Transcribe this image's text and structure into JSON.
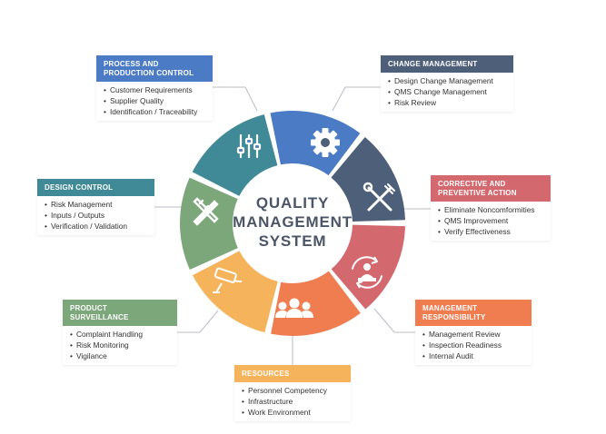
{
  "center": {
    "line1": "QUALITY",
    "line2": "MANAGEMENT",
    "line3": "SYSTEM"
  },
  "segments": [
    {
      "key": "process",
      "title_line1": "PROCESS AND",
      "title_line2": "PRODUCTION CONTROL",
      "color": "#4a7bc4",
      "icon": "sliders-icon",
      "items": [
        "Customer Requirements",
        "Supplier Quality",
        "Identification / Traceability"
      ]
    },
    {
      "key": "change",
      "title_line1": "CHANGE MANAGEMENT",
      "title_line2": "",
      "color": "#4e5f7a",
      "icon": "gear-icon",
      "items": [
        "Design Change Management",
        "QMS Change Management",
        "Risk Review"
      ]
    },
    {
      "key": "corrective",
      "title_line1": "CORRECTIVE AND",
      "title_line2": "PREVENTIVE ACTION",
      "color": "#d3686f",
      "icon": "tools-icon",
      "items": [
        "Eliminate Noncomformities",
        "QMS Improvement",
        "Verify Effectiveness"
      ]
    },
    {
      "key": "management",
      "title_line1": "MANAGEMENT",
      "title_line2": "RESPONSIBILITY",
      "color": "#f07d50",
      "icon": "team-cycle-icon",
      "items": [
        "Management Review",
        "Inspection Readiness",
        "Internal Audit"
      ]
    },
    {
      "key": "resources",
      "title_line1": "RESOURCES",
      "title_line2": "",
      "color": "#f5b35c",
      "icon": "people-icon",
      "items": [
        "Personnel Competency",
        "Infrastructure",
        "Work Environment"
      ]
    },
    {
      "key": "surveillance",
      "title_line1": "PRODUCT",
      "title_line2": "SURVEILLANCE",
      "color": "#7ba77a",
      "icon": "camera-icon",
      "items": [
        "Complaint Handling",
        "Risk Monitoring",
        "Vigilance"
      ]
    },
    {
      "key": "design",
      "title_line1": "DESIGN CONTROL",
      "title_line2": "",
      "color": "#3f8a96",
      "icon": "pencil-ruler-icon",
      "items": [
        "Risk Management",
        "Inputs / Outputs",
        "Verification / Validation"
      ]
    }
  ]
}
